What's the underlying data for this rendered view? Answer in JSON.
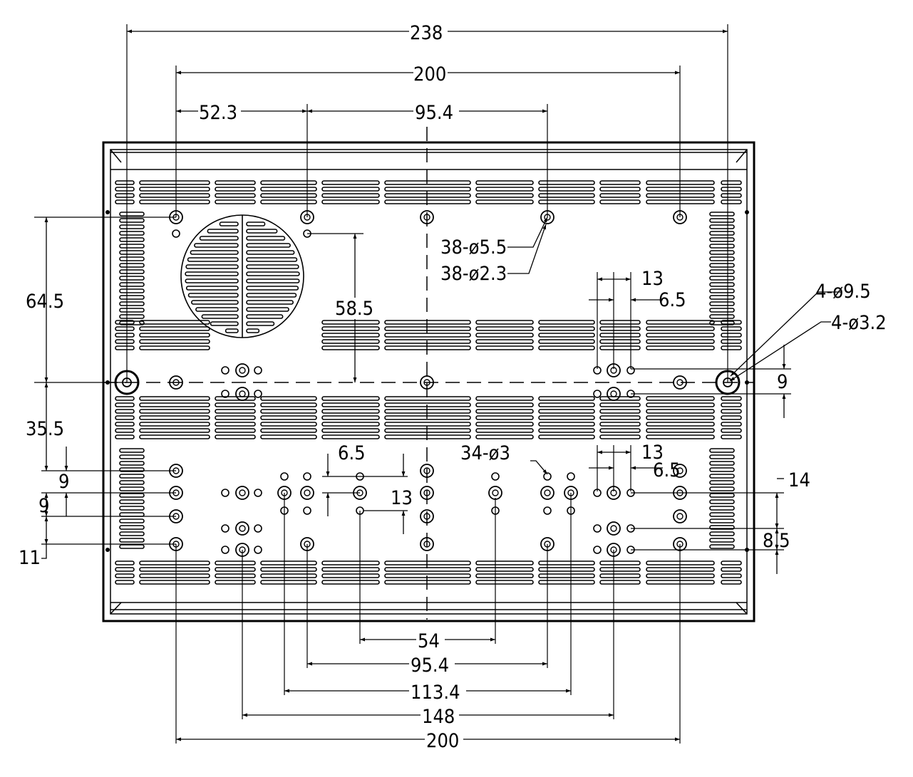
{
  "horizontal_dimensions": {
    "overall_width": "238",
    "outer_hole_span_top": "200",
    "left_pitch": "52.3",
    "center_pitch_top": "95.4",
    "bottom_54": "54",
    "bottom_95_4": "95.4",
    "bottom_113_4": "113.4",
    "bottom_148": "148",
    "bottom_200": "200"
  },
  "vertical_dimensions": {
    "upper_height": "64.5",
    "lower_height": "35.5",
    "pitch_9_a": "9",
    "pitch_9_b": "9",
    "pitch_11": "11",
    "fan_height": "58.5",
    "right_9": "9",
    "right_14": "14",
    "right_8_5": "8.5",
    "center_13": "13",
    "center_6_5": "6.5"
  },
  "small_dimensions": {
    "upper_right_13": "13",
    "upper_right_6_5": "6.5",
    "lower_right_13": "13",
    "lower_right_6_5": "6.5"
  },
  "callouts": {
    "holes_5_5": "38-ø5.5",
    "holes_2_3": "38-ø2.3",
    "holes_9_5": "4-ø9.5",
    "holes_3_2": "4-ø3.2",
    "holes_3": "34-ø3"
  }
}
